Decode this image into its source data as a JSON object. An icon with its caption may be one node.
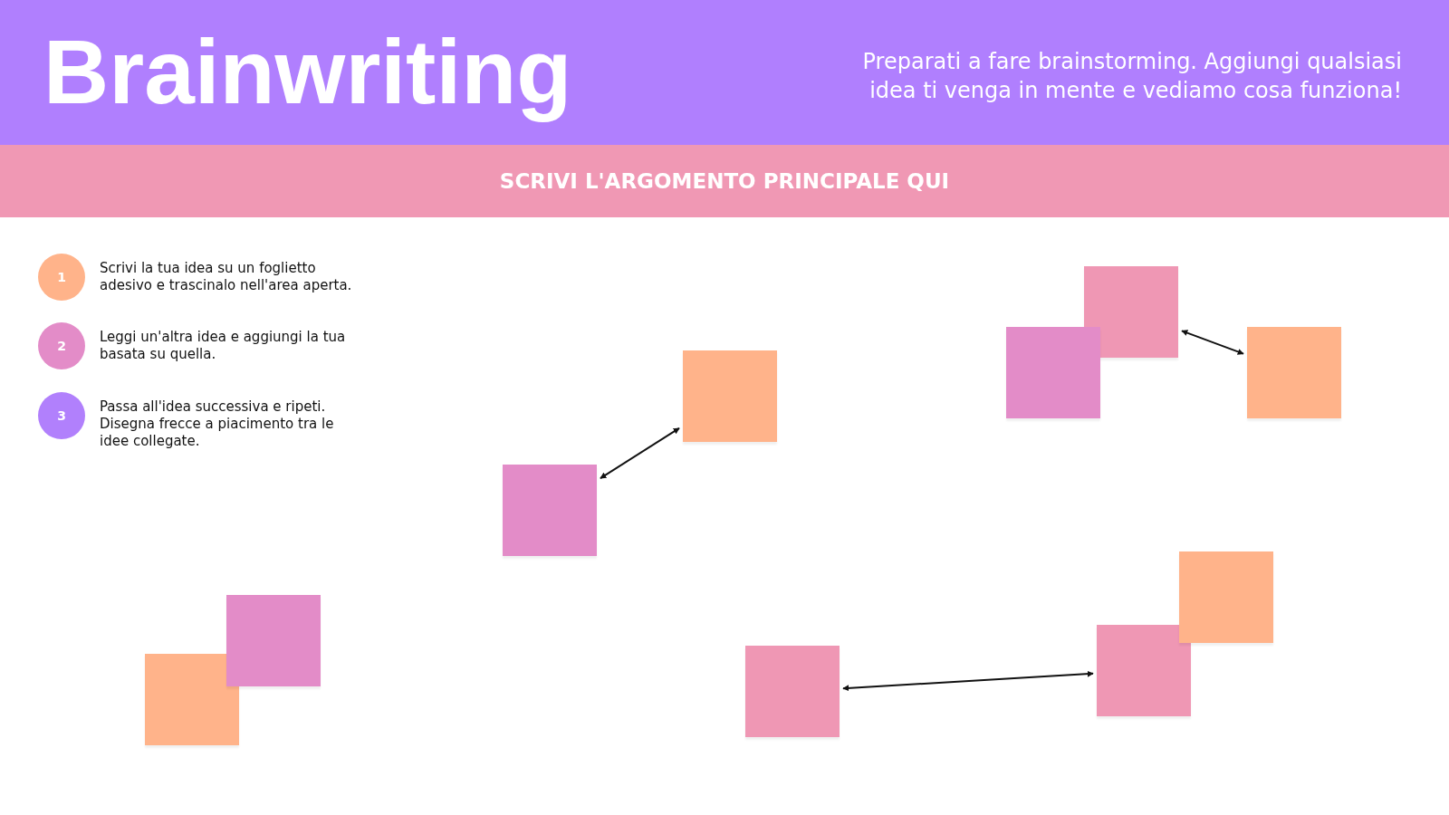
{
  "diagram": {
    "title": "Brainwriting",
    "nodes": [
      {
        "text": [
          "SCRIVI L'ARGOMENTO PRINCIPALE QUI"
        ]
      },
      {
        "text": [
          "1"
        ],
        "beside": [
          "Scrivi la tua idea su un foglietto adesivo e trascinalo nell'area aperta."
        ]
      },
      {
        "text": [
          "2"
        ],
        "beside": [
          "Leggi un'altra idea e aggiungi la tua basata su quella."
        ]
      },
      {
        "text": [
          "3"
        ],
        "beside": [
          "Passa all'idea successiva e ripeti. Disegna frecce a piacimento tra le idee collegate."
        ]
      },
      {
        "text": [],
        "shape": "box"
      },
      {
        "text": [],
        "shape": "box"
      },
      {
        "text": [],
        "shape": "box"
      },
      {
        "text": [],
        "shape": "box"
      },
      {
        "text": [],
        "shape": "box"
      },
      {
        "text": [],
        "shape": "box"
      },
      {
        "text": [],
        "shape": "box"
      },
      {
        "text": [],
        "shape": "box"
      },
      {
        "text": [],
        "shape": "box"
      },
      {
        "text": [],
        "shape": "box"
      }
    ],
    "edges": [
      {
        "from": 8,
        "to": 7,
        "arrow": "both"
      },
      {
        "from": 4,
        "to": 6,
        "arrow": "both"
      },
      {
        "from": 12,
        "to": 10,
        "arrow": "both"
      }
    ],
    "labels": [
      "Preparati a fare brainstorming. Aggiungi qualsiasi idea ti venga in mente e vediamo cosa funziona!"
    ]
  }
}
